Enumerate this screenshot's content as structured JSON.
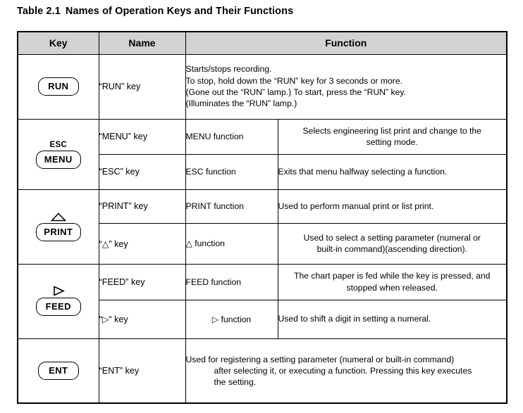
{
  "caption": {
    "number": "Table 2.1",
    "title": "Names of Operation Keys and Their Functions"
  },
  "table": {
    "headers": {
      "key": "Key",
      "name": "Name",
      "function": "Function"
    },
    "rows": [
      {
        "key_label": "RUN",
        "key_above": "",
        "names": [
          "“RUN” key"
        ],
        "function_name": "",
        "description_lines": [
          "Starts/stops recording.",
          "To stop, hold down the “RUN” key for 3 seconds or more.",
          "(Gone out the “RUN” lamp.)  To start, press the “RUN” key.",
          "(Illuminates the “RUN” lamp.)"
        ]
      },
      {
        "key_label": "MENU",
        "key_above": "ESC",
        "sub": [
          {
            "name": "“MENU” key",
            "function_name": "MENU function",
            "desc_line1": "Selects engineering list print and change to the",
            "desc_line2": "setting mode."
          },
          {
            "name": "“ESC” key",
            "function_name": "ESC function",
            "desc_line1": "Exits that menu halfway selecting a function.",
            "desc_line2": ""
          }
        ]
      },
      {
        "key_label": "PRINT",
        "key_above_icon": "triangle-up-outline-icon",
        "sub": [
          {
            "name": "“PRINT” key",
            "function_name": "PRINT function",
            "desc_line1": "Used to perform manual print or list print.",
            "desc_line2": ""
          },
          {
            "name": "“△” key",
            "function_name": "△ function",
            "desc_line1": "Used to select a setting parameter (numeral or",
            "desc_line2": "built-in command)(ascending direction)."
          }
        ]
      },
      {
        "key_label": "FEED",
        "key_above_icon": "triangle-right-outline-icon",
        "sub": [
          {
            "name": "“FEED” key",
            "function_name": "FEED function",
            "desc_line1": "The chart paper is fed while the key is pressed, and",
            "desc_line2": "stopped when released."
          },
          {
            "name": "“▷“ key",
            "function_name": "▷ function",
            "desc_line1": "Used to shift a digit in setting a numeral.",
            "desc_line2": ""
          }
        ]
      },
      {
        "key_label": "ENT",
        "key_above": "",
        "names": [
          "“ENT” key"
        ],
        "description_lines": [
          "Used for registering a setting parameter (numeral or built-in command)",
          "after selecting it, or executing a function.  Pressing this key executes",
          "the setting."
        ]
      }
    ]
  },
  "colors": {
    "header_bg": "#d2d2d2",
    "border": "#000000",
    "text": "#000000",
    "page_bg": "#ffffff"
  }
}
